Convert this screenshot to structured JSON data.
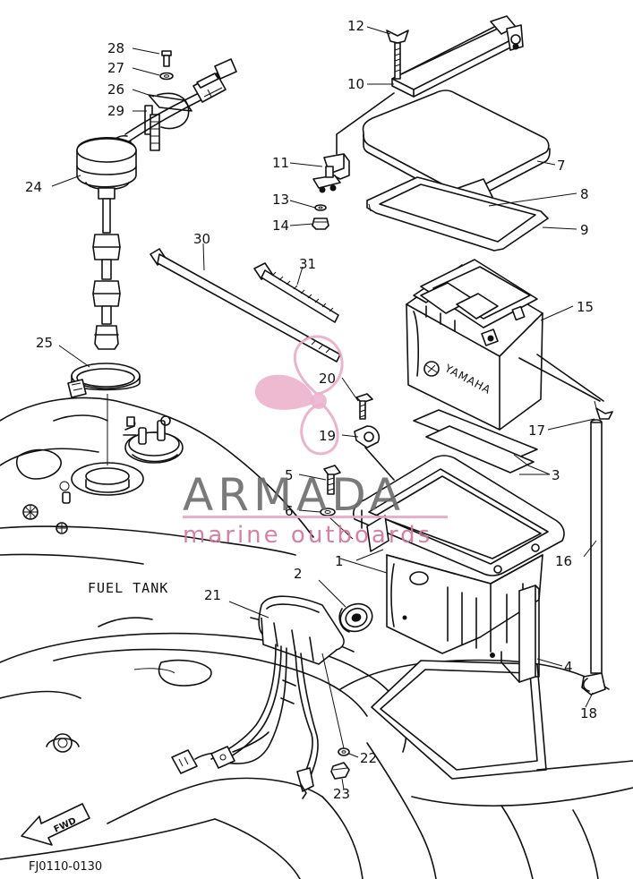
{
  "diagram": {
    "callouts": [
      {
        "id": "1",
        "label": "1"
      },
      {
        "id": "2",
        "label": "2"
      },
      {
        "id": "3",
        "label": "3"
      },
      {
        "id": "4",
        "label": "4"
      },
      {
        "id": "5",
        "label": "5"
      },
      {
        "id": "6",
        "label": "6"
      },
      {
        "id": "7",
        "label": "7"
      },
      {
        "id": "8",
        "label": "8"
      },
      {
        "id": "9",
        "label": "9"
      },
      {
        "id": "10",
        "label": "10"
      },
      {
        "id": "11",
        "label": "11"
      },
      {
        "id": "12",
        "label": "12"
      },
      {
        "id": "13",
        "label": "13"
      },
      {
        "id": "14",
        "label": "14"
      },
      {
        "id": "15",
        "label": "15"
      },
      {
        "id": "16",
        "label": "16"
      },
      {
        "id": "17",
        "label": "17"
      },
      {
        "id": "18",
        "label": "18"
      },
      {
        "id": "19",
        "label": "19"
      },
      {
        "id": "20",
        "label": "20"
      },
      {
        "id": "21",
        "label": "21"
      },
      {
        "id": "22",
        "label": "22"
      },
      {
        "id": "23",
        "label": "23"
      },
      {
        "id": "24",
        "label": "24"
      },
      {
        "id": "25",
        "label": "25"
      },
      {
        "id": "26",
        "label": "26"
      },
      {
        "id": "27",
        "label": "27"
      },
      {
        "id": "28",
        "label": "28"
      },
      {
        "id": "29",
        "label": "29"
      },
      {
        "id": "30",
        "label": "30"
      },
      {
        "id": "31",
        "label": "31"
      }
    ],
    "fuel_tank_label": "FUEL TANK",
    "battery_brand": "YAMAHA",
    "fwd_label": "FWD",
    "drawing_code": "FJ0110-0130"
  },
  "watermark": {
    "brand": "ARMADA",
    "tagline": "marine outboards",
    "colors": {
      "brand": "#6b6b6b",
      "accent": "#e8a6c4",
      "tagline": "#d4729a"
    }
  }
}
